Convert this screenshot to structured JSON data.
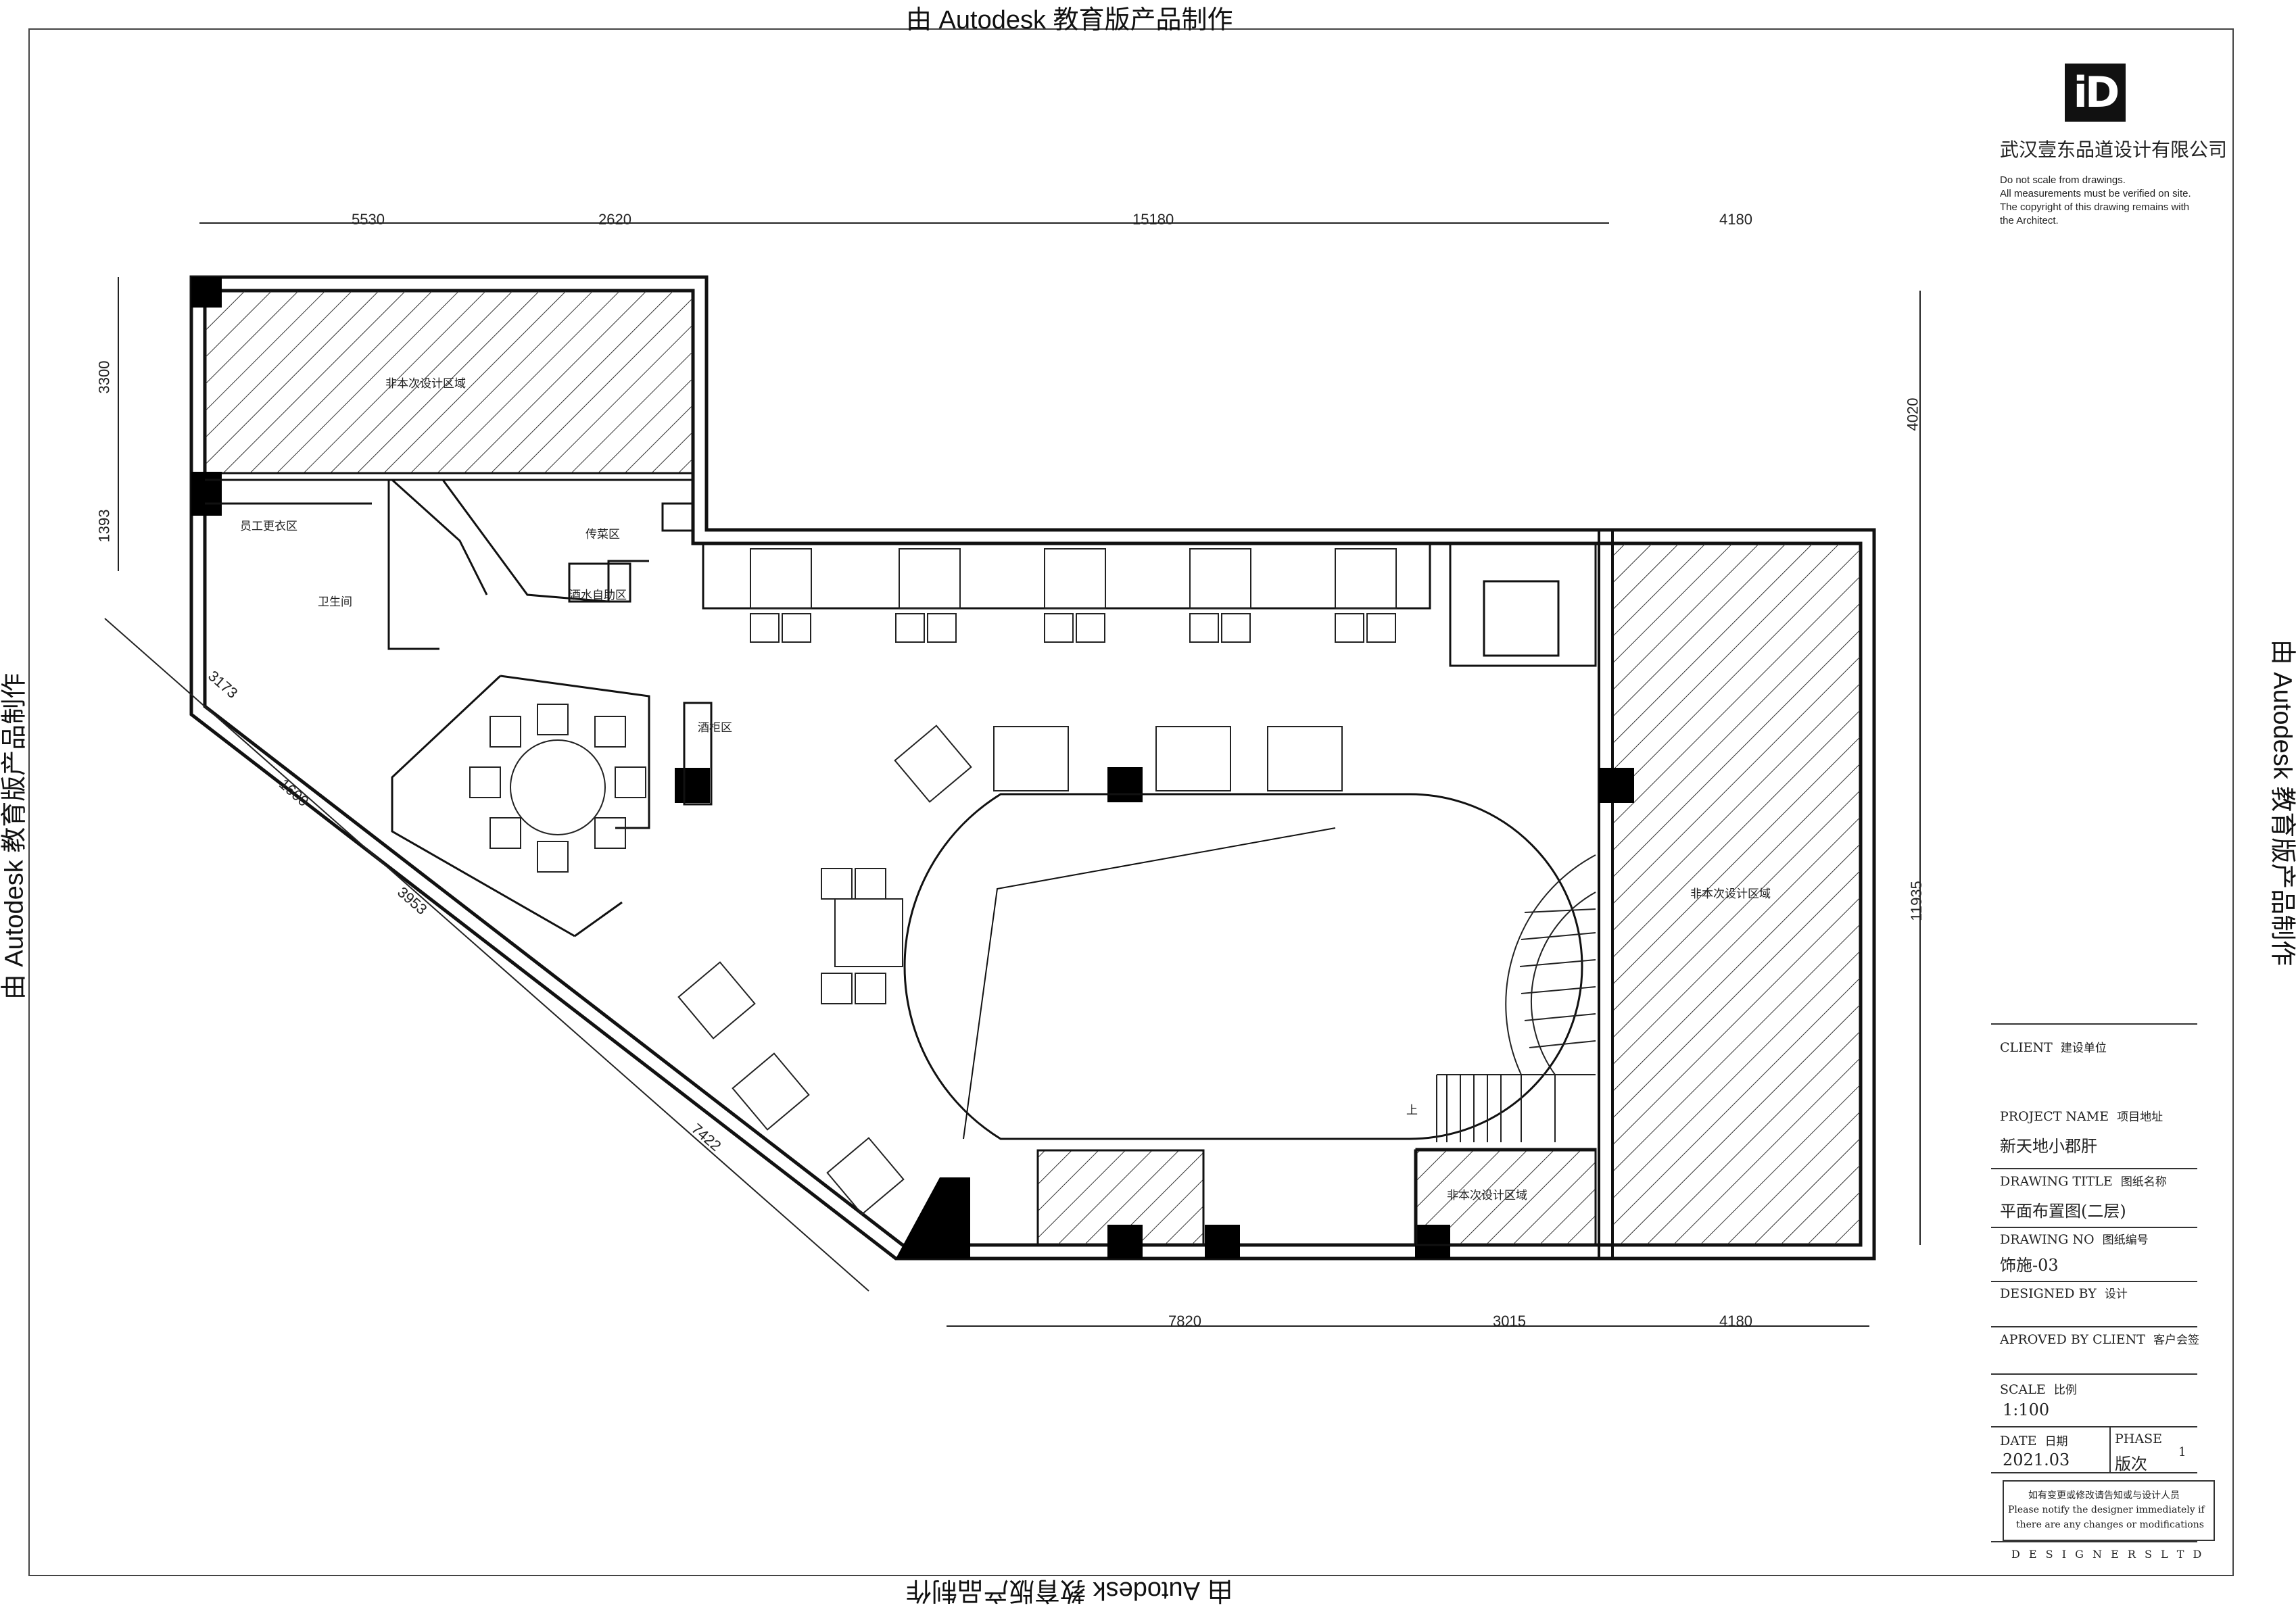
{
  "watermark": "由 Autodesk 教育版产品制作",
  "company": {
    "logo_text": "iD",
    "name": "武汉壹东品道设计有限公司",
    "disclaimer": [
      "Do not scale from drawings.",
      "All measurements must be verified on site.",
      "The copyright of this drawing remains with",
      "the Architect."
    ]
  },
  "dimensions": {
    "top": [
      "5530",
      "2620",
      "15180",
      "4180"
    ],
    "bottom": [
      "7820",
      "3015",
      "4180"
    ],
    "left": [
      "3300",
      "1393"
    ],
    "right": [
      "4020",
      "11935"
    ],
    "diagonal": [
      "3173",
      "1600",
      "3953",
      "7422"
    ]
  },
  "rooms": {
    "excluded_top": "非本次设计区域",
    "excluded_right": "非本次设计区域",
    "excluded_bottom": "非本次设计区域",
    "staff_locker": "员工更衣区",
    "toilet": "卫生间",
    "serving": "传菜区",
    "drinks": "酒水自助区",
    "bar": "酒柜区",
    "up": "上"
  },
  "title_block": {
    "client_label": "CLIENT",
    "client_cn": "建设单位",
    "project_label": "PROJECT NAME",
    "project_cn": "项目地址",
    "project_value": "新天地小郡肝",
    "drawing_title_label": "DRAWING TITLE",
    "drawing_title_cn": "图纸名称",
    "drawing_title_value": "平面布置图(二层)",
    "drawing_no_label": "DRAWING NO",
    "drawing_no_cn": "图纸编号",
    "drawing_no_value": "饰施-03",
    "designed_label": "DESIGNED BY",
    "designed_cn": "设计",
    "approved_label": "APROVED BY CLIENT",
    "approved_cn": "客户会签",
    "scale_label": "SCALE",
    "scale_cn": "比例",
    "scale_value": "1:100",
    "date_label": "DATE",
    "date_cn": "日期",
    "date_value": "2021.03",
    "phase_label": "PHASE",
    "phase_cn": "版次",
    "phase_value": "1",
    "notice_cn": "如有变更或修改请告知或与设计人员",
    "notice_en1": "Please notify the designer immediately if",
    "notice_en2": "there are any changes or modifications",
    "footer": "D E S I G N E R S L T D"
  }
}
